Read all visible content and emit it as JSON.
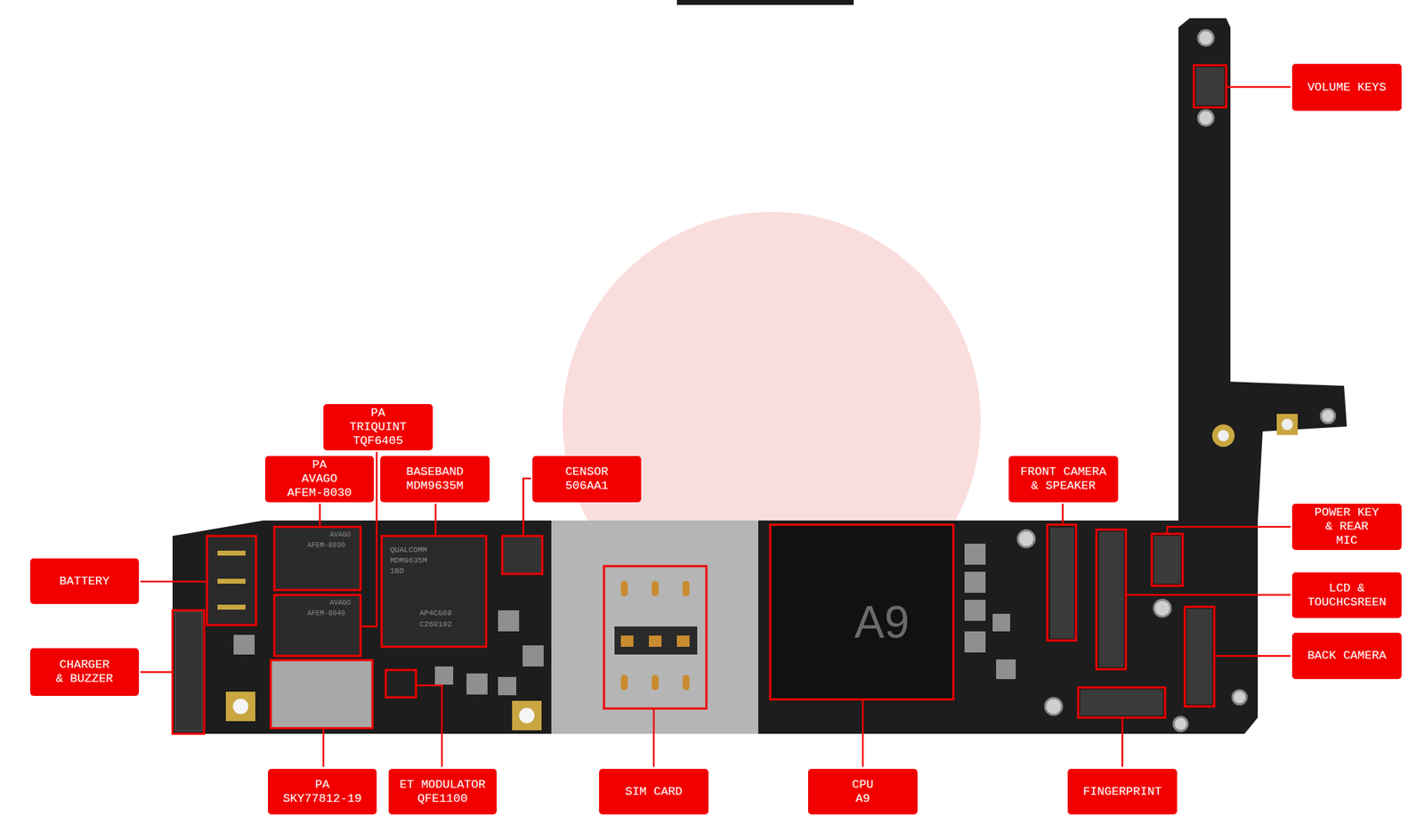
{
  "diagram": {
    "nodes": [
      {
        "text": [
          "VOLUME KEYS"
        ]
      },
      {
        "text": [
          "PA TRIQUINT TQF6405"
        ]
      },
      {
        "text": [
          "PA AVAGO AFEM-8030"
        ]
      },
      {
        "text": [
          "BASEBAND MDM9635M"
        ]
      },
      {
        "text": [
          "CENSOR 506AA1"
        ]
      },
      {
        "text": [
          "FRONT CAMERA & SPEAKER"
        ]
      },
      {
        "text": [
          "POWER KEY & REAR MIC"
        ]
      },
      {
        "text": [
          "BATTERY"
        ]
      },
      {
        "text": [
          "LCD & TOUCHCSREEN"
        ]
      },
      {
        "text": [
          "BACK CAMERA"
        ]
      },
      {
        "text": [
          "CHARGER & BUZZER"
        ]
      },
      {
        "text": [
          "PA SKY77812-19"
        ]
      },
      {
        "text": [
          "ET MODULATOR QFE1100"
        ]
      },
      {
        "text": [
          "SIM CARD"
        ]
      },
      {
        "text": [
          "CPU A9"
        ]
      },
      {
        "text": [
          "FINGERPRINT"
        ]
      }
    ],
    "labels": [
      "QUALCOMM",
      "MDM9635M",
      "1BD",
      "AP4CG69",
      "C260102",
      "AVAGO",
      "AFEM-8030",
      "AVAGO",
      "AFEM-8040",
      "A9"
    ]
  }
}
